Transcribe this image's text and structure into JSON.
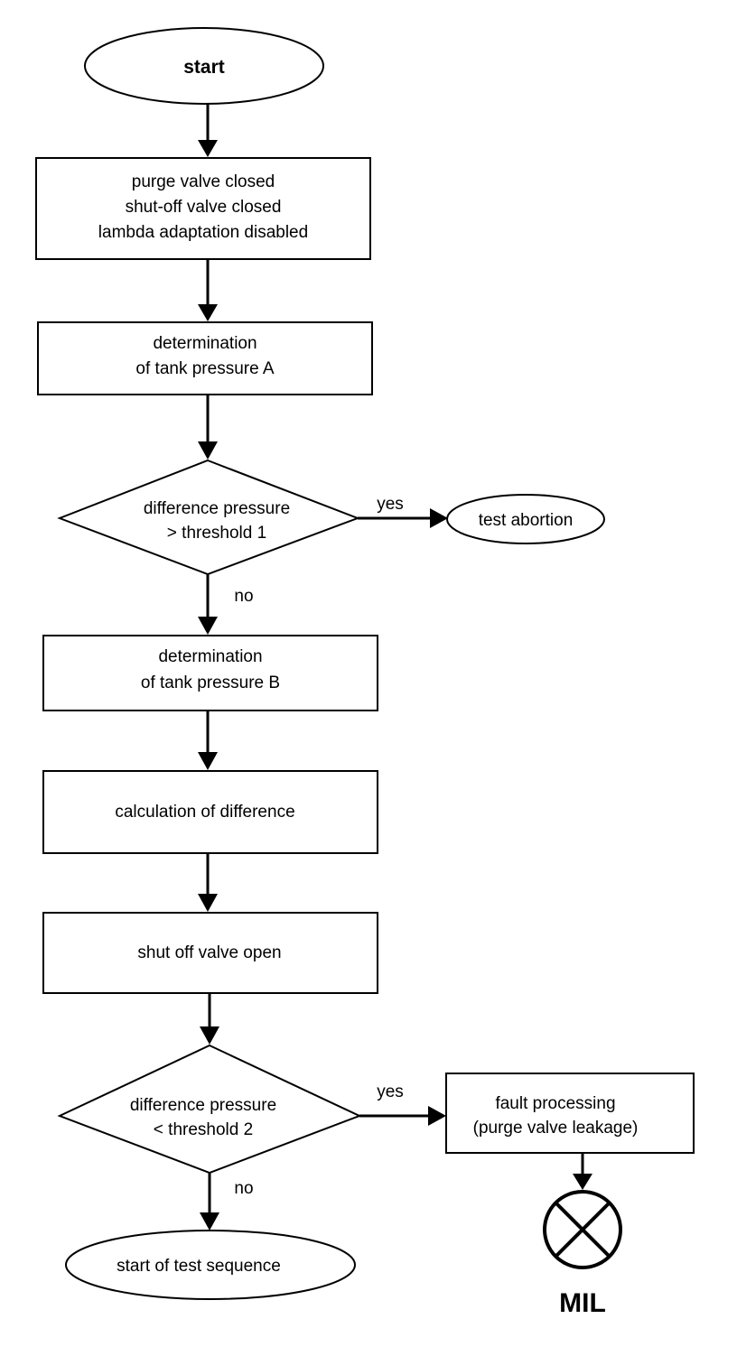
{
  "nodes": {
    "start": "start",
    "init": {
      "line1": "purge valve closed",
      "line2": "shut-off valve closed",
      "line3": "lambda adaptation disabled"
    },
    "pressure_a": {
      "line1": "determination",
      "line2": "of tank pressure A"
    },
    "decision1": {
      "line1": "difference pressure",
      "line2": "> threshold 1"
    },
    "abort": "test abortion",
    "pressure_b": {
      "line1": "determination",
      "line2": "of tank pressure B"
    },
    "calc": "calculation of difference",
    "shutoff_open": "shut off valve open",
    "decision2": {
      "line1": "difference pressure",
      "line2": "< threshold 2"
    },
    "fault": {
      "line1": "fault processing",
      "line2": "(purge valve leakage)"
    },
    "end": "start of test sequence",
    "mil": "MIL"
  },
  "edges": {
    "d1_yes": "yes",
    "d1_no": "no",
    "d2_yes": "yes",
    "d2_no": "no"
  }
}
